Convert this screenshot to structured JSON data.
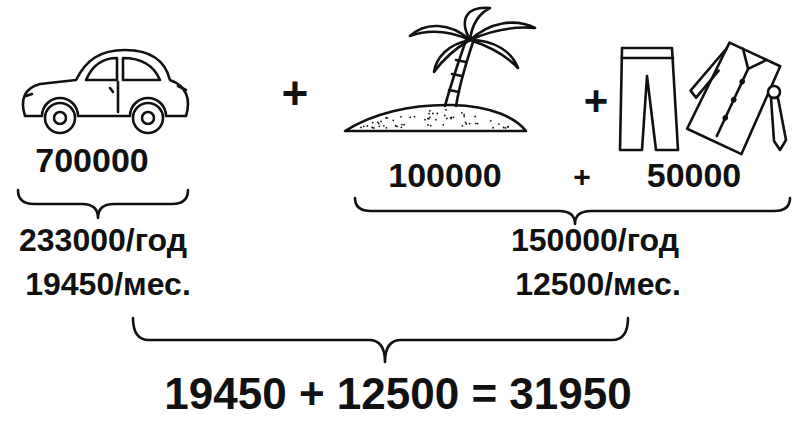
{
  "diagram": {
    "labels": [
      "700000",
      "+",
      "+",
      "100000",
      "+",
      "50000",
      "233000/год",
      "19450/мес.",
      "150000/год",
      "12500/мес.",
      "19450 + 12500 = 31950"
    ]
  }
}
